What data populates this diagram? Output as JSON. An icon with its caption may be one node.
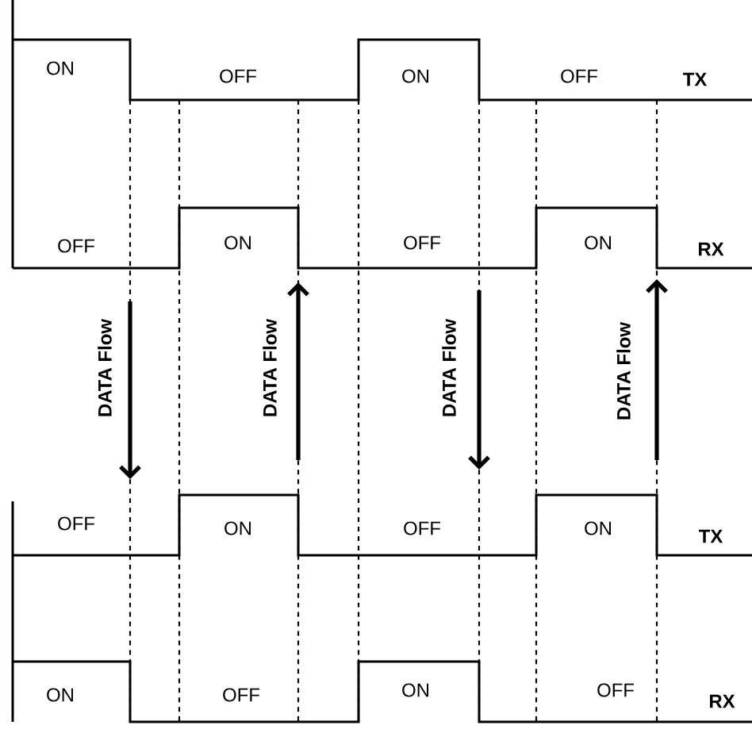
{
  "diagram": {
    "labels": [
      "ON",
      "OFF",
      "ON",
      "OFF",
      "TX",
      "OFF",
      "ON",
      "OFF",
      "ON",
      "RX",
      "DATA Flow",
      "DATA Flow",
      "DATA Flow",
      "DATA Flow",
      "OFF",
      "ON",
      "OFF",
      "ON",
      "TX",
      "ON",
      "OFF",
      "ON",
      "OFF",
      "RX"
    ]
  }
}
